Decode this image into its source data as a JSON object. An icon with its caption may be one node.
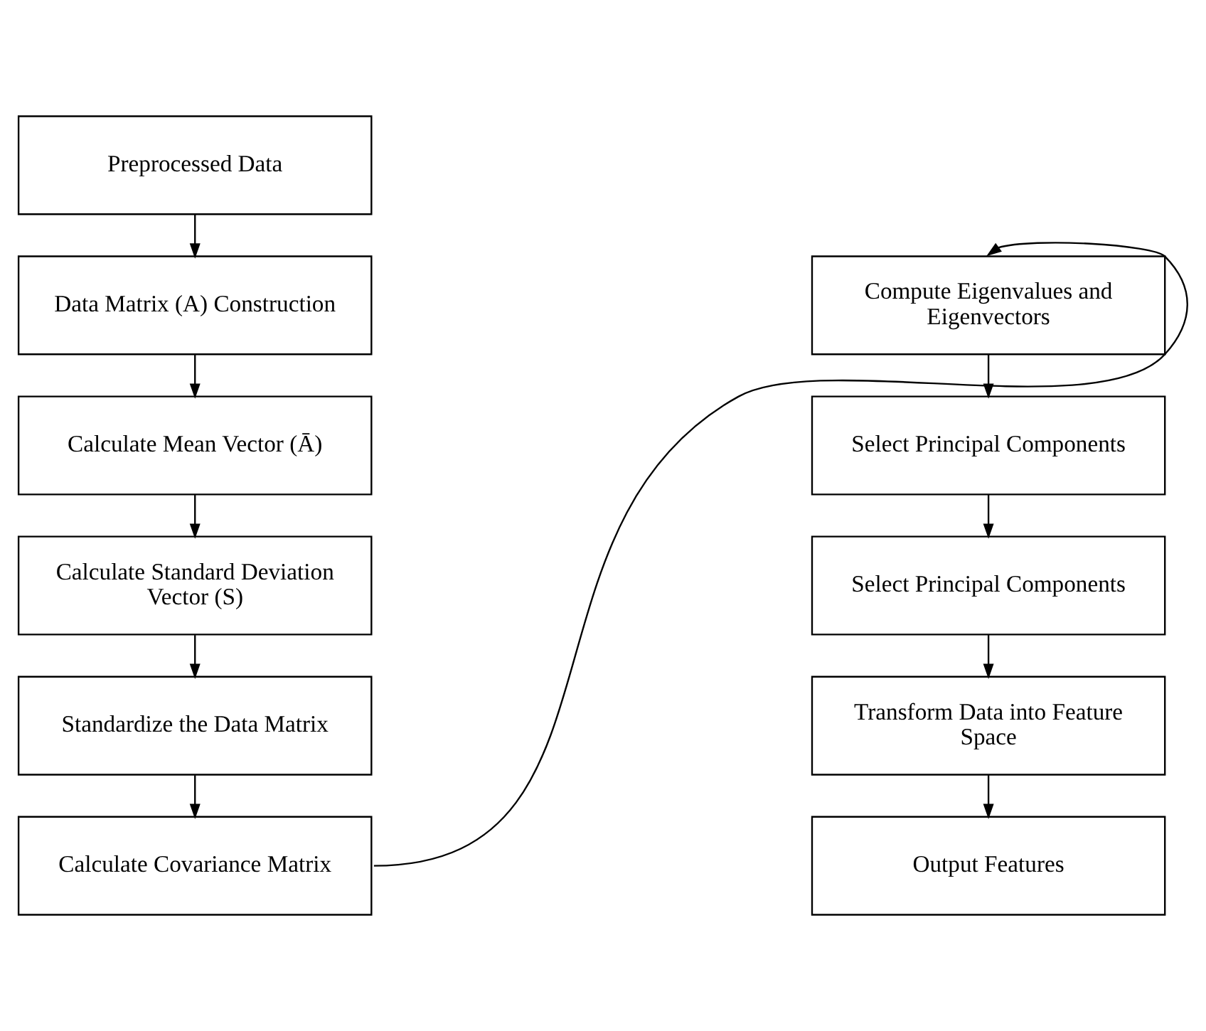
{
  "diagram": {
    "nodes": [
      {
        "text": [
          "Preprocessed Data"
        ]
      },
      {
        "text": [
          "Data Matrix (A) Construction"
        ]
      },
      {
        "text": [
          "Calculate Mean Vector (Ā)"
        ]
      },
      {
        "text": [
          "Calculate Standard Deviation Vector (S)"
        ]
      },
      {
        "text": [
          "Standardize the Data Matrix"
        ]
      },
      {
        "text": [
          "Calculate Covariance Matrix"
        ]
      },
      {
        "text": [
          "Compute Eigenvalues and Eigenvectors"
        ]
      },
      {
        "text": [
          "Select Principal Components"
        ]
      },
      {
        "text": [
          "Select Principal Components"
        ]
      },
      {
        "text": [
          "Transform Data into Feature Space"
        ]
      },
      {
        "text": [
          "Output Features"
        ]
      }
    ],
    "edges": [
      {
        "from": 0,
        "to": 1,
        "arrow": "to"
      },
      {
        "from": 1,
        "to": 2,
        "arrow": "to"
      },
      {
        "from": 2,
        "to": 3,
        "arrow": "to"
      },
      {
        "from": 3,
        "to": 4,
        "arrow": "to"
      },
      {
        "from": 4,
        "to": 5,
        "arrow": "to"
      },
      {
        "from": 5,
        "to": 6,
        "arrow": "to"
      },
      {
        "from": 6,
        "to": 7,
        "arrow": "to"
      },
      {
        "from": 7,
        "to": 8,
        "arrow": "to"
      },
      {
        "from": 8,
        "to": 9,
        "arrow": "to"
      },
      {
        "from": 9,
        "to": 10,
        "arrow": "to"
      }
    ]
  }
}
